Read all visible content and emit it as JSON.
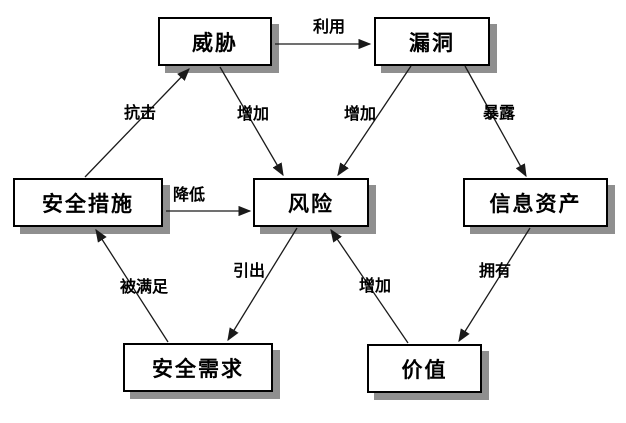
{
  "diagram": {
    "title_hint": "information security risk relationship diagram",
    "colors": {
      "background": "#ffffff",
      "box_fill": "#ffffff",
      "box_border": "#000000",
      "box_shadow": "#8f8f8f",
      "line": "#1a1a1a",
      "text": "#000000"
    },
    "nodes": {
      "threat": "威胁",
      "vulnerability": "漏洞",
      "safeguards": "安全措施",
      "risk": "风险",
      "assets": "信息资产",
      "requirements": "安全需求",
      "value": "价值"
    },
    "edge_labels": {
      "exploit": "利用",
      "resist": "抗击",
      "increase_threat": "增加",
      "increase_vuln": "增加",
      "expose": "暴露",
      "reduce": "降低",
      "satisfied": "被满足",
      "derive": "引出",
      "increase_value": "增加",
      "own": "拥有"
    },
    "relations": [
      {
        "from": "威胁",
        "label": "利用",
        "to": "漏洞"
      },
      {
        "from": "安全措施",
        "label": "抗击",
        "to": "威胁"
      },
      {
        "from": "威胁",
        "label": "增加",
        "to": "风险"
      },
      {
        "from": "漏洞",
        "label": "增加",
        "to": "风险"
      },
      {
        "from": "漏洞",
        "label": "暴露",
        "to": "信息资产"
      },
      {
        "from": "安全措施",
        "label": "降低",
        "to": "风险"
      },
      {
        "from": "安全需求",
        "label": "被满足",
        "to": "安全措施"
      },
      {
        "from": "风险",
        "label": "引出",
        "to": "安全需求"
      },
      {
        "from": "价值",
        "label": "增加",
        "to": "风险"
      },
      {
        "from": "信息资产",
        "label": "拥有",
        "to": "价值"
      }
    ]
  }
}
